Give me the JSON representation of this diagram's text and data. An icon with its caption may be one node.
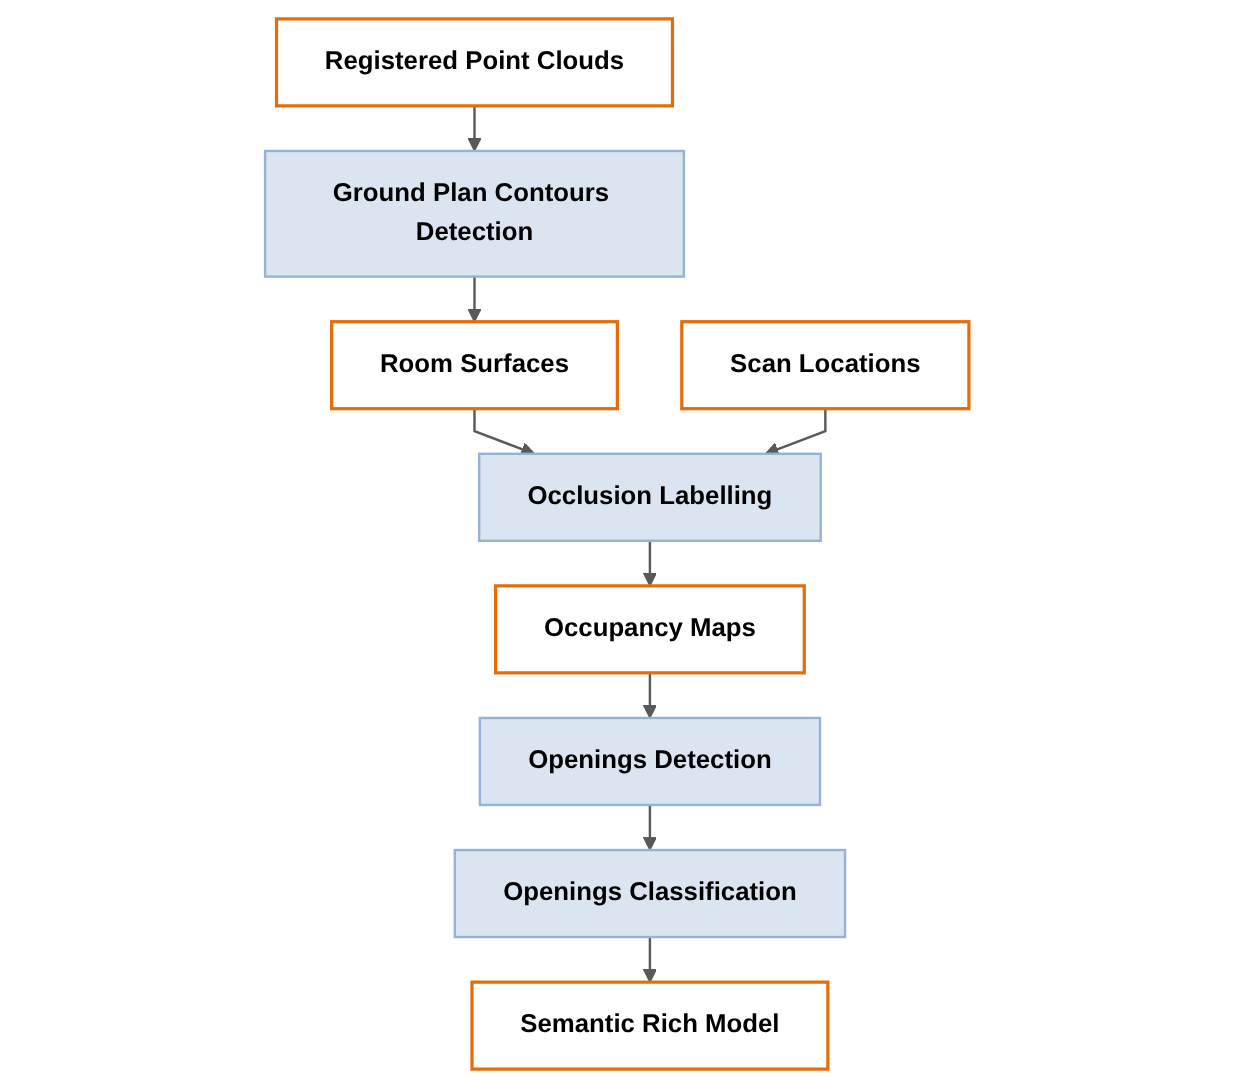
{
  "diagram": {
    "nodes": [
      {
        "text": [
          "Registered Point Clouds"
        ]
      },
      {
        "text": [
          "Scan Locations"
        ]
      },
      {
        "text": [
          "Ground Plan Contours Detection"
        ]
      },
      {
        "text": [
          "Room Surfaces"
        ]
      },
      {
        "text": [
          "Occlusion Labelling"
        ]
      },
      {
        "text": [
          "Occupancy Maps"
        ]
      },
      {
        "text": [
          "Openings Detection"
        ]
      },
      {
        "text": [
          "Openings Classification"
        ]
      },
      {
        "text": [
          "Semantic Rich Model"
        ]
      }
    ],
    "edges": [
      {
        "from": 0,
        "to": 2,
        "arrow": "to"
      },
      {
        "from": 2,
        "to": 3,
        "arrow": "to"
      },
      {
        "from": 3,
        "to": 4,
        "arrow": "to"
      },
      {
        "from": 1,
        "to": 4,
        "arrow": "to"
      },
      {
        "from": 4,
        "to": 5,
        "arrow": "to"
      },
      {
        "from": 5,
        "to": 6,
        "arrow": "to"
      },
      {
        "from": 6,
        "to": 7,
        "arrow": "to"
      },
      {
        "from": 7,
        "to": 8,
        "arrow": "to"
      }
    ]
  }
}
